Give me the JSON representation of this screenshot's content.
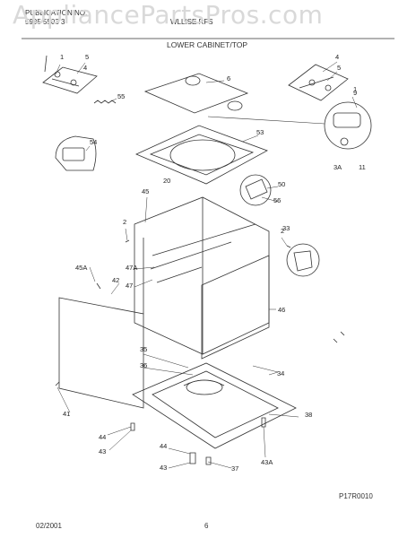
{
  "watermark": "AppliancePartsPros.com",
  "header": {
    "line1": "PUBLICATION NO.",
    "line2": "5995 5503 3",
    "model_text": "WLLISE RFS",
    "section_title": "LOWER CABINET/TOP"
  },
  "callouts": [
    "1",
    "5",
    "4",
    "55",
    "6",
    "4",
    "5",
    "1",
    "9",
    "54",
    "53",
    "3A",
    "11",
    "20",
    "50",
    "45",
    "56",
    "2",
    "2",
    "33",
    "45A",
    "47A",
    "42",
    "47",
    "46",
    "35",
    "34",
    "36",
    "38",
    "41",
    "44",
    "43",
    "44",
    "43",
    "37",
    "43A"
  ],
  "footer": {
    "date": "02/2001",
    "page": "6",
    "figure_id": "P17R0010"
  }
}
